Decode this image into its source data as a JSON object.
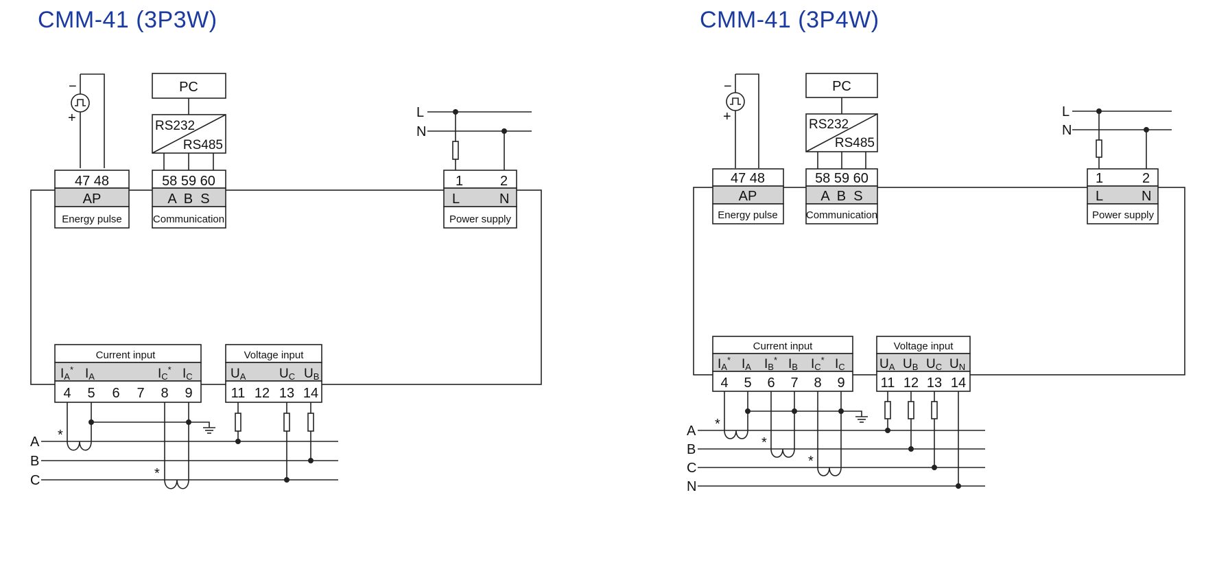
{
  "diagrams": [
    {
      "title": "CMM-41 (3P3W)",
      "pulse": {
        "minus": "−",
        "plus": "+"
      },
      "pc_label": "PC",
      "converter": {
        "top": "RS232",
        "bottom": "RS485"
      },
      "energy_pulse": {
        "terminals": "47 48",
        "signal": "AP",
        "caption": "Energy pulse"
      },
      "communication": {
        "terminals": "58 59 60",
        "signals": "A  B  S",
        "caption": "Communication"
      },
      "power_supply": {
        "t1": "1",
        "t2": "2",
        "s1": "L",
        "s2": "N",
        "caption": "Power supply",
        "line_l": "L",
        "line_n": "N"
      },
      "current_input": {
        "caption": "Current input",
        "signals": [
          {
            "main": "I",
            "sub": "A",
            "star": "*"
          },
          {
            "main": "I",
            "sub": "A",
            "star": ""
          },
          {
            "main": "I",
            "sub": "C",
            "star": "*"
          },
          {
            "main": "I",
            "sub": "C",
            "star": ""
          }
        ],
        "terminals": [
          "4",
          "5",
          "6",
          "7",
          "8",
          "9"
        ]
      },
      "voltage_input": {
        "caption": "Voltage input",
        "signals": [
          {
            "main": "U",
            "sub": "A"
          },
          {
            "main": "U",
            "sub": "C"
          },
          {
            "main": "U",
            "sub": "B"
          }
        ],
        "terminals": [
          "11",
          "12",
          "13",
          "14"
        ]
      },
      "phases": [
        "A",
        "B",
        "C"
      ],
      "ct_mark": "*"
    },
    {
      "title": "CMM-41 (3P4W)",
      "pulse": {
        "minus": "−",
        "plus": "+"
      },
      "pc_label": "PC",
      "converter": {
        "top": "RS232",
        "bottom": "RS485"
      },
      "energy_pulse": {
        "terminals": "47 48",
        "signal": "AP",
        "caption": "Energy pulse"
      },
      "communication": {
        "terminals": "58 59 60",
        "signals": "A  B  S",
        "caption": "Communication"
      },
      "power_supply": {
        "t1": "1",
        "t2": "2",
        "s1": "L",
        "s2": "N",
        "caption": "Power supply",
        "line_l": "L",
        "line_n": "N"
      },
      "current_input": {
        "caption": "Current input",
        "signals": [
          {
            "main": "I",
            "sub": "A",
            "star": "*"
          },
          {
            "main": "I",
            "sub": "A",
            "star": ""
          },
          {
            "main": "I",
            "sub": "B",
            "star": "*"
          },
          {
            "main": "I",
            "sub": "B",
            "star": ""
          },
          {
            "main": "I",
            "sub": "C",
            "star": "*"
          },
          {
            "main": "I",
            "sub": "C",
            "star": ""
          }
        ],
        "terminals": [
          "4",
          "5",
          "6",
          "7",
          "8",
          "9"
        ]
      },
      "voltage_input": {
        "caption": "Voltage input",
        "signals": [
          {
            "main": "U",
            "sub": "A"
          },
          {
            "main": "U",
            "sub": "B"
          },
          {
            "main": "U",
            "sub": "C"
          },
          {
            "main": "U",
            "sub": "N"
          }
        ],
        "terminals": [
          "11",
          "12",
          "13",
          "14"
        ]
      },
      "phases": [
        "A",
        "B",
        "C",
        "N"
      ],
      "ct_mark": "*"
    }
  ],
  "colors": {
    "title": "#1a3aa0",
    "line": "#222222",
    "terminal_fill": "#d4d4d4"
  }
}
